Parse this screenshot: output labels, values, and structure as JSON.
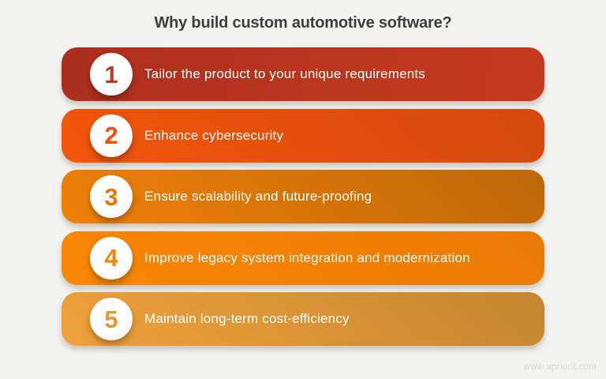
{
  "page": {
    "title": "Why build custom automotive software?",
    "title_color": "#3d3e3e",
    "background": "#f2f3f0",
    "watermark": "www.apriorit.com"
  },
  "items": [
    {
      "number": "1",
      "label": "Tailor the product to your unique requirements",
      "gradient_angle": "100deg",
      "gradient_stops": [
        "#ab2e1d",
        "#c63b1e"
      ],
      "number_color": "#c23a1e"
    },
    {
      "number": "2",
      "label": "Enhance cybersecurity",
      "gradient_angle": "225deg",
      "gradient_stops": [
        "#d4480f",
        "#f3560a"
      ],
      "number_color": "#ee500d"
    },
    {
      "number": "3",
      "label": "Ensure scalability and future-proofing",
      "gradient_angle": "225deg",
      "gradient_stops": [
        "#bd6708",
        "#f08009"
      ],
      "number_color": "#e3750b"
    },
    {
      "number": "4",
      "label": "Improve legacy system integration and modernization",
      "gradient_angle": "225deg",
      "gradient_stops": [
        "#ea7a07",
        "#fb8705"
      ],
      "number_color": "#f88307"
    },
    {
      "number": "5",
      "label": "Maintain long-term cost-efficiency",
      "gradient_angle": "225deg",
      "gradient_stops": [
        "#c4862f",
        "#f0a13c"
      ],
      "number_color": "#e79434"
    }
  ]
}
